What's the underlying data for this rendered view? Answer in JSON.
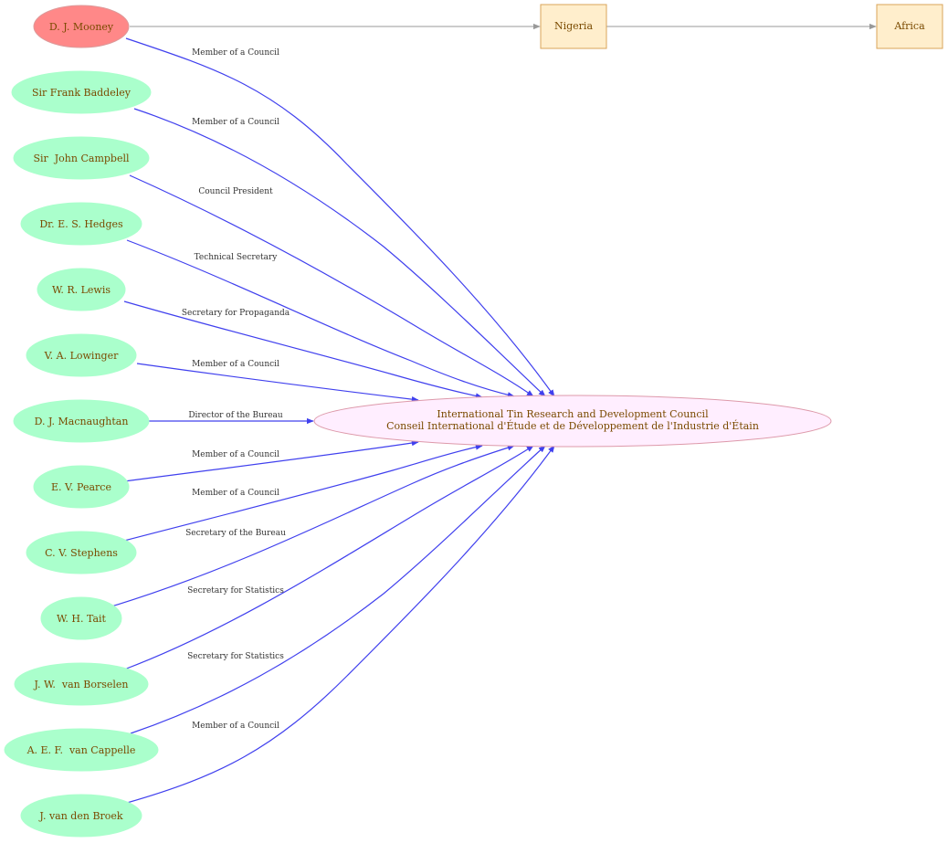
{
  "colors": {
    "person_fill": "#aaffcc",
    "highlight_fill": "#ff8888",
    "highlight_stroke": "#dd9999",
    "place_fill": "#ffeecc",
    "place_stroke": "#d9a45a",
    "org_fill": "#ffeeff",
    "org_stroke": "#dd99aa",
    "edge_blue": "#4040ee",
    "edge_grey": "#999999",
    "text": "#7a4a00"
  },
  "people": [
    {
      "name": "D. J. Mooney",
      "role": "Member of a Council",
      "highlight": true
    },
    {
      "name": "Sir Frank Baddeley",
      "role": "Member of a Council"
    },
    {
      "name": "Sir  John Campbell",
      "role": "Council President"
    },
    {
      "name": "Dr. E. S. Hedges",
      "role": "Technical Secretary"
    },
    {
      "name": "W. R. Lewis",
      "role": "Secretary for Propaganda"
    },
    {
      "name": "V. A. Lowinger",
      "role": "Member of a Council"
    },
    {
      "name": "D. J. Macnaughtan",
      "role": "Director of the Bureau"
    },
    {
      "name": "E. V. Pearce",
      "role": "Member of a Council"
    },
    {
      "name": "C. V. Stephens",
      "role": "Member of a Council"
    },
    {
      "name": "W. H. Tait",
      "role": "Secretary of the Bureau"
    },
    {
      "name": "J. W.  van Borselen",
      "role": "Secretary for Statistics"
    },
    {
      "name": "A. E. F.  van Cappelle",
      "role": "Secretary for Statistics"
    },
    {
      "name": "J. van den Broek",
      "role": "Member of a Council"
    }
  ],
  "organization": {
    "line1": "International Tin Research and Development Council",
    "line2": "Conseil International d'Étude et de Développement de l'Industrie d'Étain"
  },
  "places": [
    {
      "name": "Nigeria"
    },
    {
      "name": "Africa"
    }
  ]
}
